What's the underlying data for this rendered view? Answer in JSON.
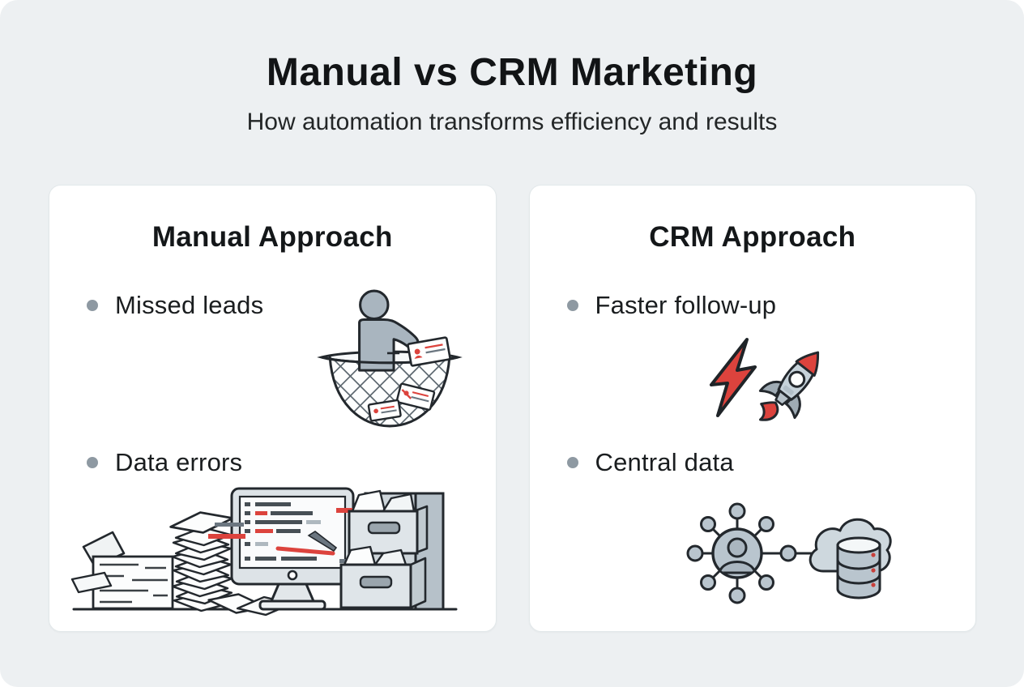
{
  "header": {
    "title": "Manual vs CRM Marketing",
    "subtitle": "How automation transforms efficiency and results"
  },
  "cards": [
    {
      "title": "Manual Approach",
      "items": [
        {
          "label": "Missed leads",
          "illustration": "person-with-leads-falling-through-net"
        },
        {
          "label": "Data errors",
          "illustration": "paper-stacks-monitor-with-errors-filing-cabinet"
        }
      ]
    },
    {
      "title": "CRM Approach",
      "items": [
        {
          "label": "Faster follow-up",
          "illustration": "lightning-bolt-and-rocket"
        },
        {
          "label": "Central data",
          "illustration": "contact-hub-linked-to-cloud-database"
        }
      ]
    }
  ],
  "colors": {
    "background": "#edf0f2",
    "card_background": "#ffffff",
    "card_border": "#e2e8ea",
    "heading_text": "#121416",
    "body_text": "#1a1d1f",
    "bullet_dot": "#8e99a2",
    "accent_red": "#dc433d",
    "illustration_gray": "#aab6c0",
    "illustration_light_gray": "#ced8de",
    "outline": "#23282d"
  }
}
